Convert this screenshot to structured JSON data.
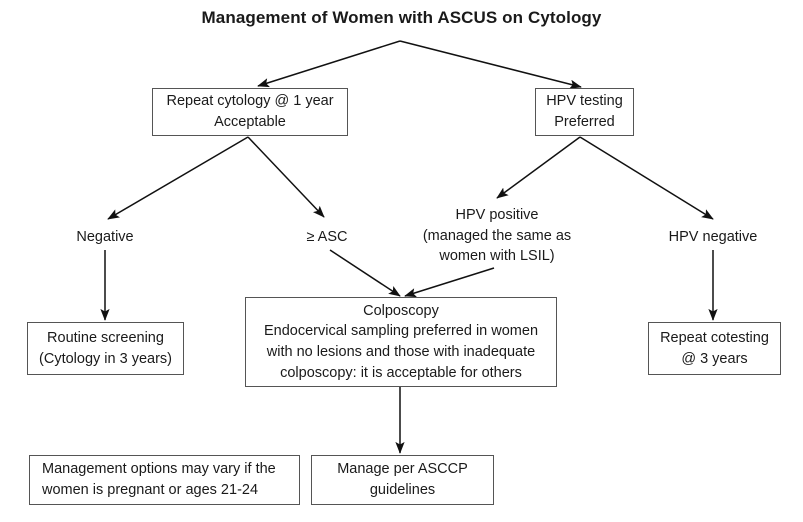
{
  "title": "Management of Women with ASCUS on Cytology",
  "nodes": {
    "repeat_cytology": {
      "lines": [
        "Repeat cytology @ 1 year",
        "Acceptable"
      ]
    },
    "hpv_testing": {
      "lines": [
        "HPV testing",
        "Preferred"
      ]
    },
    "negative": {
      "lines": [
        "Negative"
      ]
    },
    "asc": {
      "lines": [
        "≥ ASC"
      ]
    },
    "hpv_positive": {
      "lines": [
        "HPV positive",
        "(managed the same as",
        "women with LSIL)"
      ]
    },
    "hpv_negative": {
      "lines": [
        "HPV negative"
      ]
    },
    "routine_screening": {
      "lines": [
        "Routine screening",
        "(Cytology in 3 years)"
      ]
    },
    "colposcopy": {
      "lines": [
        "Colposcopy",
        "Endocervical sampling preferred in women",
        "with no lesions and those with inadequate",
        "colposcopy: it is acceptable for others"
      ]
    },
    "repeat_cotesting": {
      "lines": [
        "Repeat cotesting",
        "@ 3 years"
      ]
    },
    "manage_asccp": {
      "lines": [
        "Manage per ASCCP",
        "guidelines"
      ]
    },
    "management_note": {
      "lines": [
        "Management options may vary if the",
        "women is pregnant or ages 21-24"
      ]
    }
  },
  "colors": {
    "stroke": "#555555",
    "arrow": "#111111",
    "text": "#1a1a1a",
    "background": "#ffffff"
  }
}
